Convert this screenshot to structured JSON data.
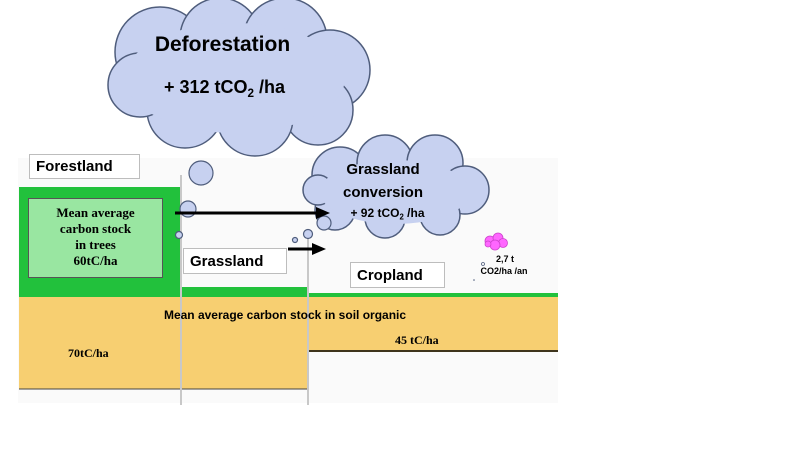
{
  "clouds": {
    "deforestation": {
      "title": "Deforestation",
      "value_prefix": "+ 312 tCO",
      "sub": "2",
      "value_suffix": " /ha"
    },
    "grassland": {
      "title_line1": "Grassland",
      "title_line2": "conversion",
      "value_prefix": "+ 92  tCO",
      "sub": "2",
      "value_suffix": " /ha"
    }
  },
  "land_labels": {
    "forest": "Forestland",
    "grass": "Grassland",
    "crop": "Cropland"
  },
  "tree_stock": {
    "line1": "Mean average",
    "line2": "carbon stock",
    "line3": "in trees",
    "line4": "60tC/ha"
  },
  "soil": {
    "title": "Mean average carbon stock in soil organic",
    "forest_value": "70tC/ha",
    "crop_value": "45 tC/ha"
  },
  "cropland_emission": {
    "line1": "2,7 t",
    "line2": "CO2/ha /an"
  },
  "colors": {
    "cloud": "#c7d1f0",
    "cloud_stroke": "#4f5d7c",
    "green": "#22c13c",
    "light_green": "#99e6a1",
    "soil": "#f7cf71"
  }
}
